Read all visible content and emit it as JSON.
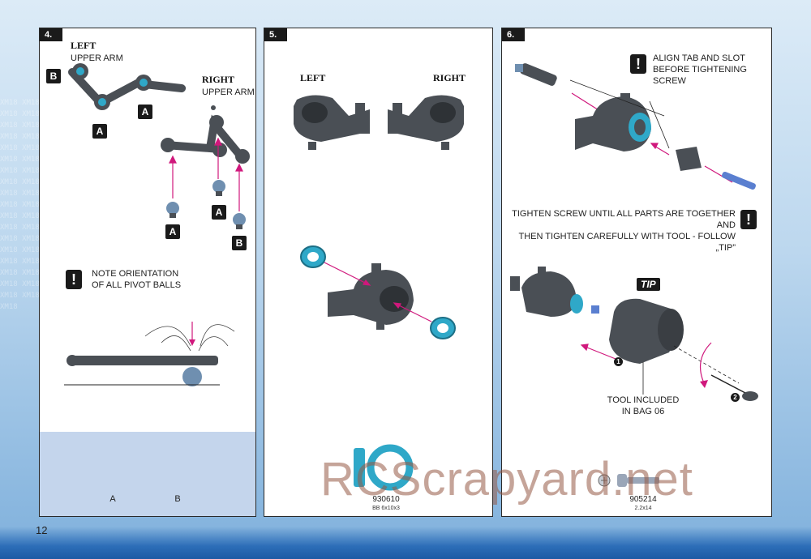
{
  "page": {
    "number": "12"
  },
  "watermark": {
    "text": "RCScrapyard.net"
  },
  "panel4": {
    "step": "4.",
    "left_title": "LEFT",
    "left_sub": "UPPER ARM",
    "right_title": "RIGHT",
    "right_sub": "UPPER ARM",
    "badges": {
      "b1": "B",
      "a1": "A",
      "a2": "A",
      "a3": "A",
      "a4": "A",
      "b2": "B"
    },
    "note_icon": "!",
    "note": "NOTE ORIENTATION\nOF ALL PIVOT BALLS",
    "parts": [
      {
        "label": "A"
      },
      {
        "label": "B"
      }
    ]
  },
  "panel5": {
    "step": "5.",
    "left_title": "LEFT",
    "right_title": "RIGHT",
    "part": {
      "number": "930610",
      "size": "BB 6x10x3"
    }
  },
  "panel6": {
    "step": "6.",
    "warn_icon": "!",
    "align_note": "ALIGN TAB AND SLOT\nBEFORE TIGHTENING\nSCREW",
    "tighten_note": "TIGHTEN SCREW UNTIL ALL PARTS ARE TOGETHER AND\nTHEN TIGHTEN CAREFULLY WITH TOOL - FOLLOW „TIP”",
    "tip_badge": "TIP",
    "step_marks": [
      "1",
      "2"
    ],
    "tool_note": "TOOL INCLUDED\nIN BAG 06",
    "part": {
      "number": "905214",
      "size": "2.2x14"
    }
  },
  "colors": {
    "accent": "#d0187c",
    "bearing": "#2fa8c8",
    "part": "#4a4f55",
    "panel_bottom": "#c4d5ec"
  }
}
